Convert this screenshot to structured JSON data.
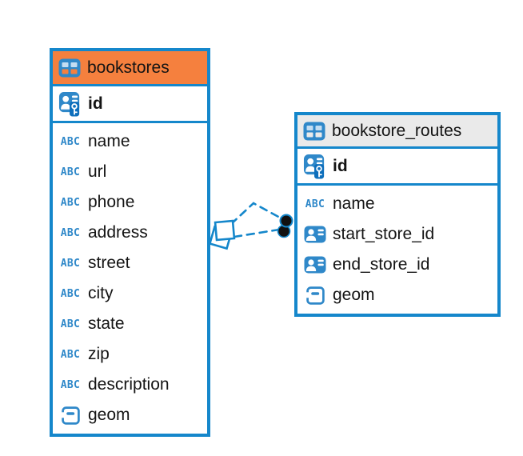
{
  "app": {
    "view": "er-diagram"
  },
  "colors": {
    "accent_blue": "#1587cb",
    "icon_blue": "#2f88c9",
    "header_orange": "#f5803e",
    "header_gray": "#eaeaea",
    "relationship_line_blue": "#1587cb",
    "endpoint_dot_black": "#111111",
    "text_black": "#141414"
  },
  "icons": {
    "abc_glyph": "ABC",
    "table_icon": "table-grid",
    "pk_icon": "person-card-with-key",
    "ref_icon": "person-card",
    "geom_icon": "square-with-dash"
  },
  "tables": [
    {
      "name": "bookstores",
      "header_style": "orange",
      "primary_key": {
        "name": "id",
        "icon": "pk"
      },
      "columns": [
        {
          "name": "name",
          "icon": "abc"
        },
        {
          "name": "url",
          "icon": "abc"
        },
        {
          "name": "phone",
          "icon": "abc"
        },
        {
          "name": "address",
          "icon": "abc"
        },
        {
          "name": "street",
          "icon": "abc"
        },
        {
          "name": "city",
          "icon": "abc"
        },
        {
          "name": "state",
          "icon": "abc"
        },
        {
          "name": "zip",
          "icon": "abc"
        },
        {
          "name": "description",
          "icon": "abc"
        },
        {
          "name": "geom",
          "icon": "geom"
        }
      ]
    },
    {
      "name": "bookstore_routes",
      "header_style": "gray",
      "primary_key": {
        "name": "id",
        "icon": "pk"
      },
      "columns": [
        {
          "name": "name",
          "icon": "abc"
        },
        {
          "name": "start_store_id",
          "icon": "ref"
        },
        {
          "name": "end_store_id",
          "icon": "ref"
        },
        {
          "name": "geom",
          "icon": "geom"
        }
      ]
    }
  ],
  "relationships": [
    {
      "from": "bookstores",
      "to": "bookstore_routes",
      "line_style": "dashed",
      "from_marker": "diamond",
      "to_marker": "dot"
    },
    {
      "from": "bookstores",
      "to": "bookstore_routes",
      "line_style": "dashed",
      "from_marker": "diamond",
      "to_marker": "dot"
    }
  ]
}
